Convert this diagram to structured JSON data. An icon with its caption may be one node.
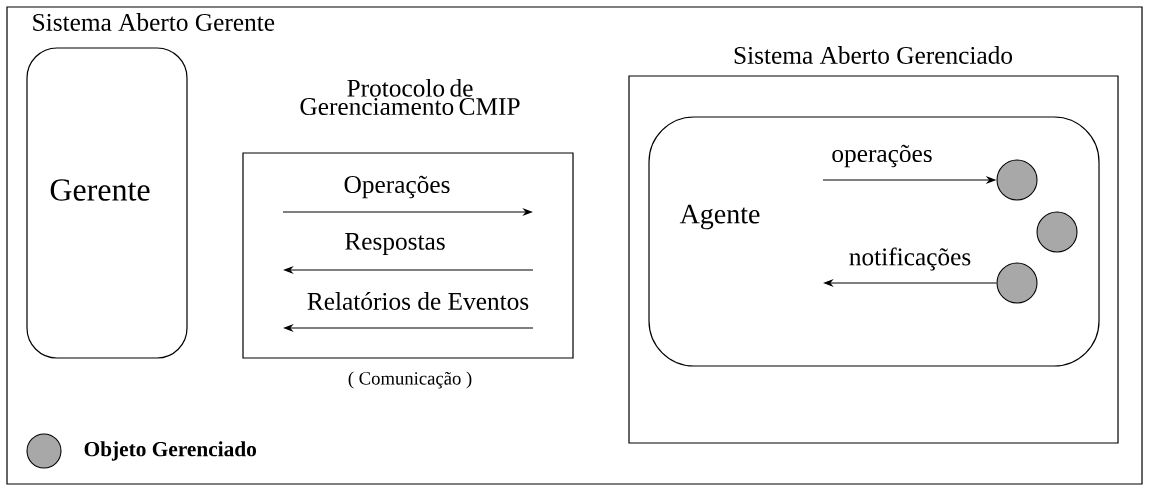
{
  "diagram": {
    "nodes": [
      {
        "text": [
          "Sistema Aberto Gerente"
        ]
      },
      {
        "text": [
          "Gerente"
        ],
        "in": 0
      },
      {
        "text": [
          "Protocolo de Gerenciamento CMIP",
          "Operações",
          "Respostas",
          "Relatórios de Eventos"
        ],
        "beside": [
          "( Comunicação )"
        ],
        "in": 0
      },
      {
        "text": [
          "Sistema Aberto Gerenciado"
        ],
        "in": 0
      },
      {
        "text": [
          "Agente"
        ],
        "in": 3
      },
      {
        "text": [],
        "shape": "circle",
        "in": 4
      },
      {
        "text": [],
        "shape": "circle",
        "in": 4
      },
      {
        "text": [],
        "shape": "circle",
        "in": 4
      }
    ],
    "edges": [
      {
        "from": null,
        "to": 5,
        "arrow": "to",
        "label": "operações"
      },
      {
        "from": 7,
        "to": null,
        "arrow": "to",
        "label": "notificações"
      }
    ],
    "legend": [
      {
        "text": "Objeto Gerenciado",
        "color": "#a8a8a8"
      }
    ]
  }
}
